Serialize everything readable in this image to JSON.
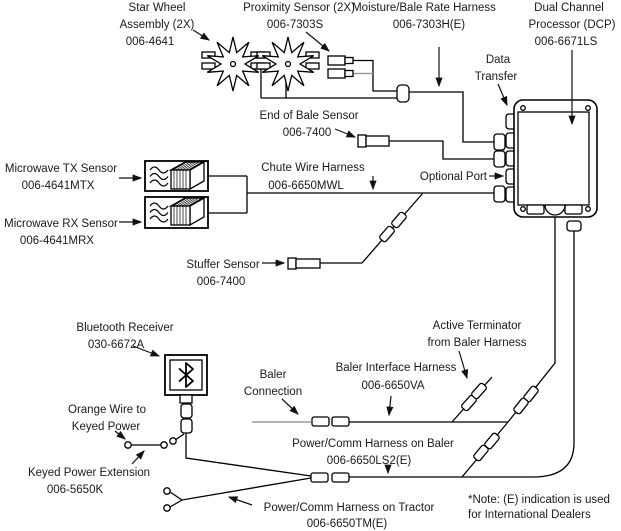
{
  "diagram": {
    "title_hint": "Baler moisture sensing system wiring diagram",
    "colors": {
      "line": "#000000",
      "gray_wire": "#999999",
      "background": "#ffffff",
      "text": "#1a1a1a"
    },
    "labels": {
      "star_wheel": {
        "l1": "Star Wheel",
        "l2": "Assembly (2X)",
        "part": "006-4641"
      },
      "proximity": {
        "l1": "Proximity Sensor (2X)",
        "part": "006-7303S"
      },
      "moisture": {
        "l1": "Moisture/Bale Rate Harness",
        "part": "006-7303H(E)"
      },
      "dcp": {
        "l1": "Dual Channel",
        "l2": "Processor (DCP)",
        "part": "006-6671LS"
      },
      "data_transfer": {
        "l1": "Data",
        "l2": "Transfer"
      },
      "end_of_bale": {
        "l1": "End of Bale Sensor",
        "part": "006-7400"
      },
      "chute": {
        "l1": "Chute Wire Harness",
        "part": "006-6650MWL"
      },
      "optional_port": {
        "l1": "Optional Port"
      },
      "microwave_tx": {
        "l1": "Microwave TX Sensor",
        "part": "006-4641MTX"
      },
      "microwave_rx": {
        "l1": "Microwave RX Sensor",
        "part": "006-4641MRX"
      },
      "stuffer": {
        "l1": "Stuffer Sensor",
        "part": "006-7400"
      },
      "bluetooth": {
        "l1": "Bluetooth Receiver",
        "part": "030-6672A"
      },
      "orange_wire": {
        "l1": "Orange Wire to",
        "l2": "Keyed Power"
      },
      "keyed_extension": {
        "l1": "Keyed Power Extension",
        "part": "006-5650K"
      },
      "active_terminator": {
        "l1": "Active Terminator",
        "l2": "from Baler Harness"
      },
      "baler_connection": {
        "l1": "Baler",
        "l2": "Connection"
      },
      "baler_interface": {
        "l1": "Baler Interface Harness",
        "part": "006-6650VA"
      },
      "power_comm_baler": {
        "l1": "Power/Comm Harness on Baler",
        "part": "006-6650LS2(E)"
      },
      "power_comm_tractor": {
        "l1": "Power/Comm Harness on Tractor",
        "part": "006-6650TM(E)"
      },
      "note": {
        "l1": "*Note: (E) indication is used",
        "l2": "for International Dealers"
      }
    }
  }
}
